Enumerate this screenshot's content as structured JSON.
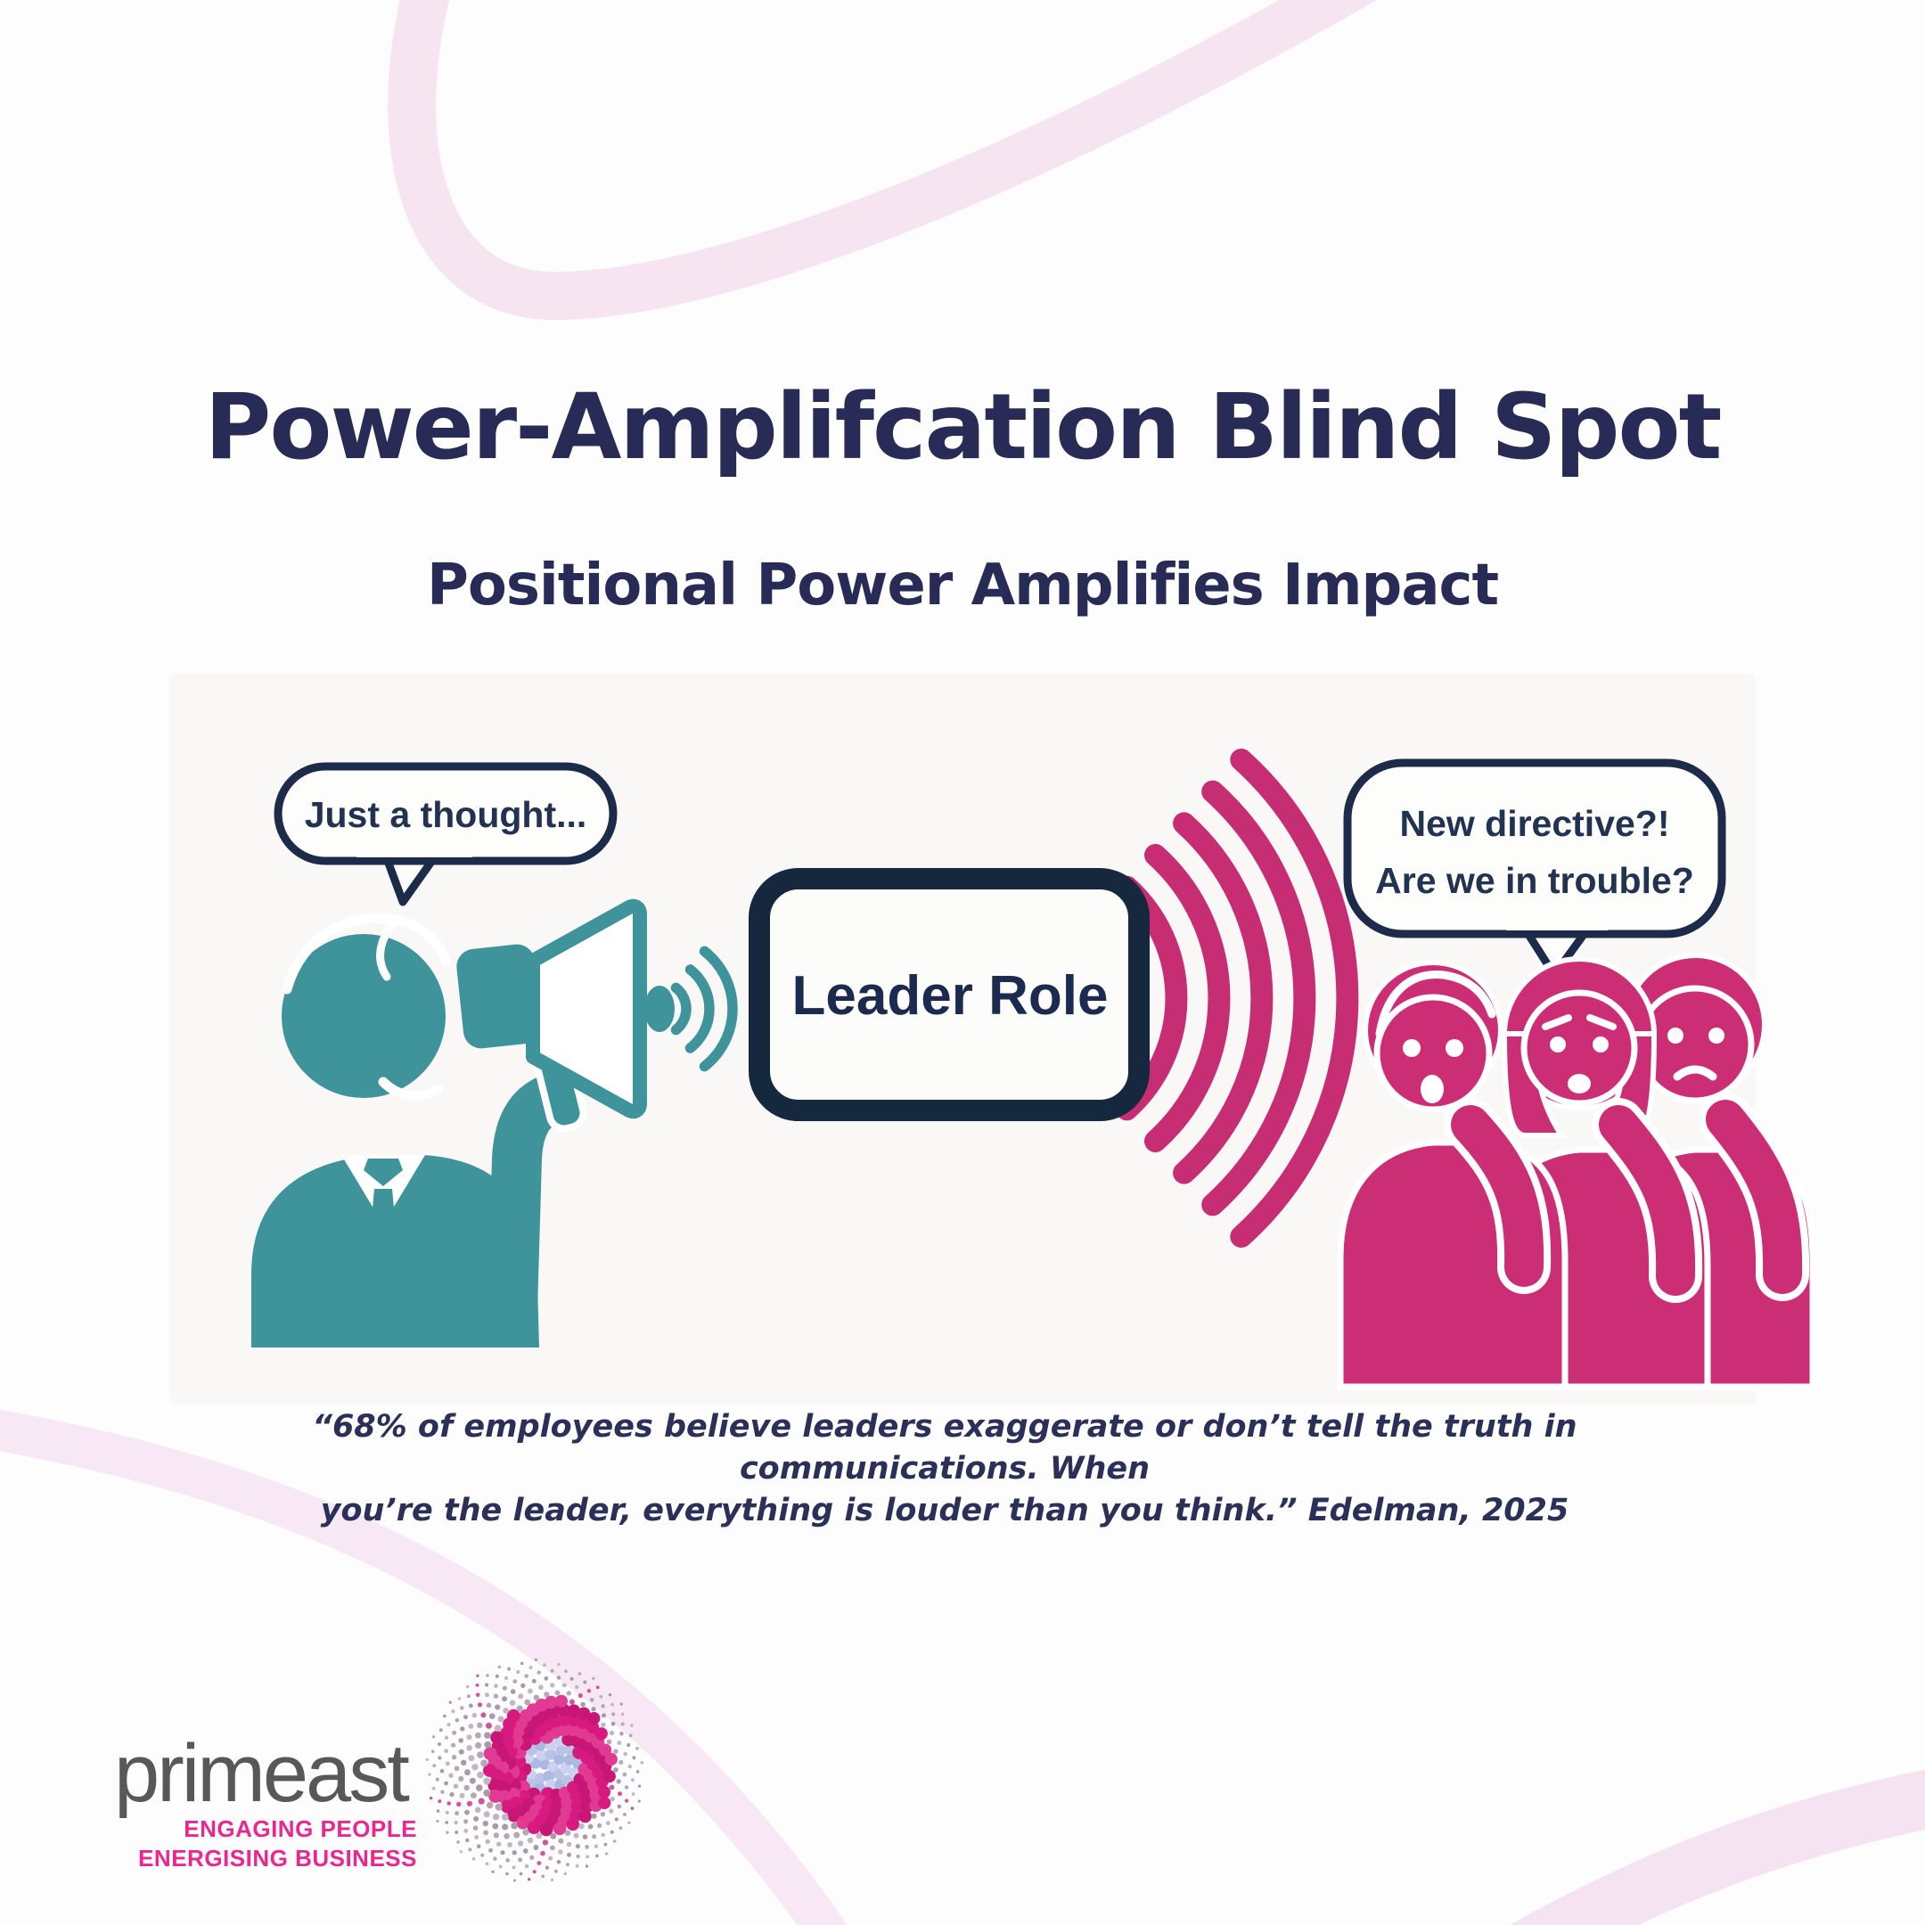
{
  "title": "Power-Amplifcation Blind Spot",
  "subtitle": "Positional Power Amplifies Impact",
  "diagram": {
    "leader_speech": "Just a thought...",
    "leader_box_label": "Leader Role",
    "team_speech_line1": "New directive?!",
    "team_speech_line2": "Are we in trouble?"
  },
  "quote": {
    "line1": "“68% of employees believe leaders exaggerate or don’t tell the truth in communications. When",
    "line2": "you’re the leader, everything is louder than you think.” Edelman, 2025"
  },
  "logo": {
    "brand": "primeast",
    "tagline_line1": "ENGAGING PEOPLE",
    "tagline_line2": "ENERGISING BUSINESS"
  },
  "colors": {
    "title_navy": "#272b55",
    "outline_navy": "#1c2b49",
    "box_navy": "#15283d",
    "leader_teal": "#3f939b",
    "team_pink": "#cc2e76",
    "wave_pink": "#c62d72",
    "decor_pale_pink": "#f7e4f1",
    "brand_gray": "#58585a",
    "brand_magenta": "#e9278f",
    "dot_magenta": "#d61a80",
    "dot_lavender": "#b9c3e6",
    "dot_mauve": "#b7a6b4"
  }
}
